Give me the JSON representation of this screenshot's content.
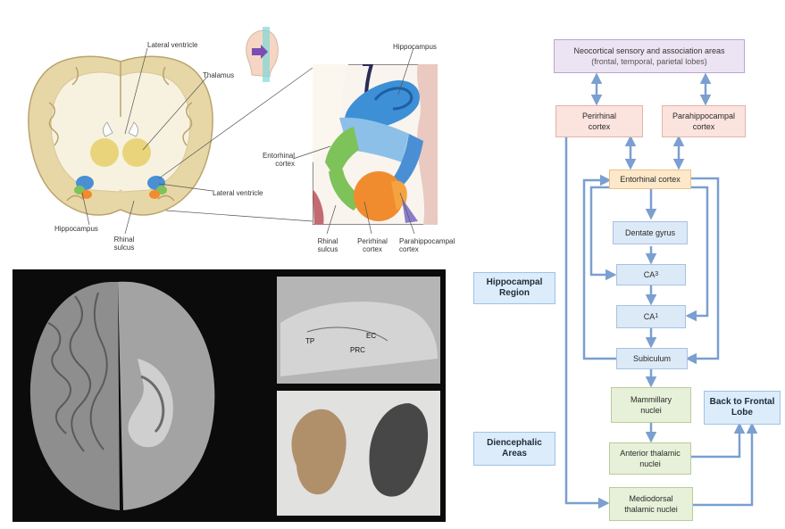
{
  "top_left": {
    "labels": {
      "lateral_ventricle_top": "Lateral ventricle",
      "thalamus": "Thalamus",
      "lateral_ventricle_bottom": "Lateral ventricle",
      "hippocampus_left": "Hippocampus",
      "rhinal_sulcus_left": "Rhinal sulcus"
    }
  },
  "zoom_panel": {
    "labels": {
      "hippocampus": "Hippocampus",
      "entorhinal_cortex": "Entorhinal cortex",
      "rhinal_sulcus": "Rhinal sulcus",
      "perirhinal_cortex": "Perirhinal cortex",
      "parahippocampal_cortex": "Parahippocampal cortex"
    }
  },
  "photo_labels": {
    "tp": "TP",
    "ec": "EC",
    "prc": "PRC"
  },
  "flowchart": {
    "neocortical": {
      "title": "Neocortical sensory and association areas",
      "subtitle": "(frontal, temporal, parietal lobes)"
    },
    "perirhinal": "Perirhinal cortex",
    "parahippocampal": "Parahippocampal cortex",
    "entorhinal": "Entorhinal cortex",
    "dentate": "Dentate gyrus",
    "ca3": "CA",
    "ca3_sub": "3",
    "ca1": "CA",
    "ca1_sub": "1",
    "subiculum": "Subiculum",
    "mammillary": "Mammillary nuclei",
    "anterior_thalamic": "Anterior thalamic nuclei",
    "mediodorsal": "Mediodorsal thalamic nuclei",
    "back_to_frontal": "Back to Frontal Lobe",
    "hippocampal_region": "Hippocampal Region",
    "diencephalic_areas": "Diencephalic Areas"
  },
  "colors": {
    "arrow": "#7a9fd0",
    "purple_box": "#ece4f3",
    "pink_box": "#fbe3de",
    "orange_box": "#fde8c9",
    "blue_box": "#dce9f7",
    "green_box": "#e7f0d9",
    "side_box": "#dcecfb"
  }
}
